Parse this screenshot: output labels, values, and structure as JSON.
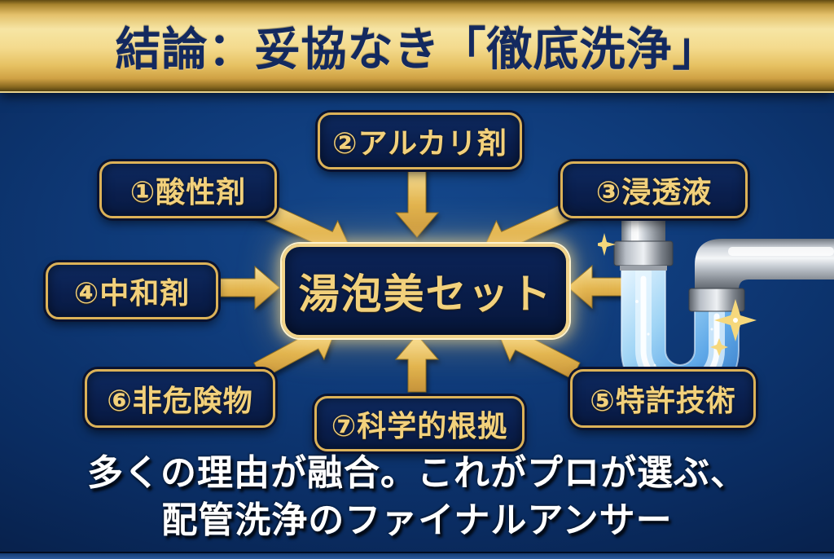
{
  "banner": {
    "title": "結論：妥協なき「徹底洗浄」"
  },
  "diagram": {
    "center": {
      "label": "湯泡美セット"
    },
    "factors": [
      {
        "label": "①酸性剤"
      },
      {
        "label": "②アルカリ剤"
      },
      {
        "label": "③浸透液"
      },
      {
        "label": "④中和剤"
      },
      {
        "label": "⑤特許技術"
      },
      {
        "label": "⑥非危険物"
      },
      {
        "label": "⑦科学的根拠"
      }
    ],
    "pipe_illustration": "chrome-p-trap-pipe-with-clean-blue-water-and-sparkles"
  },
  "footer": {
    "line1": "多くの理由が融合。これがプロが選ぶ、",
    "line2": "配管洗浄のファイナルアンサー"
  },
  "colors": {
    "background_navy": "#0a2c61",
    "banner_gold": "#e9c25f",
    "title_text_navy": "#13295f",
    "box_border_gold": "#dcb258",
    "box_fill_navy": "#0a1e4c",
    "label_text_gold": "#f2d17c",
    "arrow_gold": "#e2b44e",
    "footer_text_white": "#ffffff",
    "water_blue": "#5fa8e8"
  }
}
